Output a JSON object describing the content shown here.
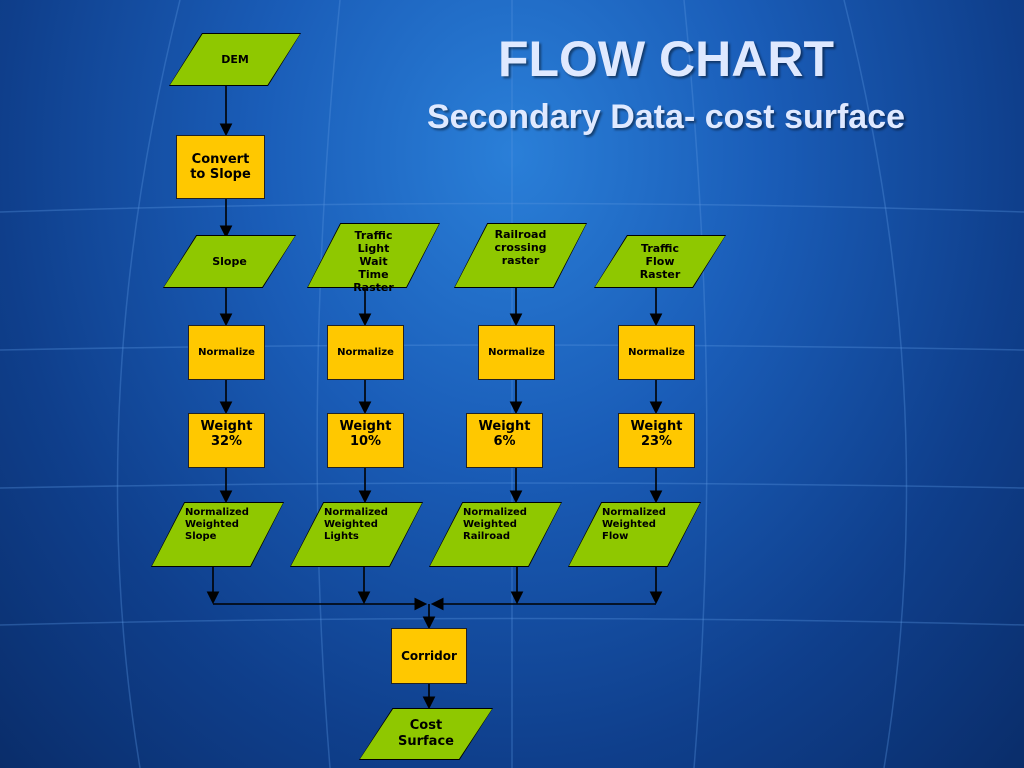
{
  "title": "FLOW CHART",
  "subtitle": "Secondary Data- cost surface",
  "nodes": {
    "dem": "DEM",
    "convert": "Convert\nto Slope",
    "slope": "Slope",
    "traffic_light": "Traffic\nLight\nWait\nTime\nRaster",
    "railroad": "Railroad\ncrossing\nraster",
    "traffic_flow": "Traffic\nFlow\nRaster",
    "normalize": "Normalize",
    "weights": [
      "Weight\n32%",
      "Weight\n10%",
      "Weight\n6%",
      "Weight\n23%"
    ],
    "normalized_weighted": [
      "Normalized\nWeighted\nSlope",
      "Normalized\nWeighted\nLights",
      "Normalized\nWeighted\nRailroad",
      "Normalized\nWeighted\nFlow"
    ],
    "corridor": "Corridor",
    "cost_surface": "Cost\nSurface"
  },
  "colors": {
    "input_fill": "#8fc800",
    "process_fill": "#ffc800",
    "background": "#1a5db8"
  }
}
